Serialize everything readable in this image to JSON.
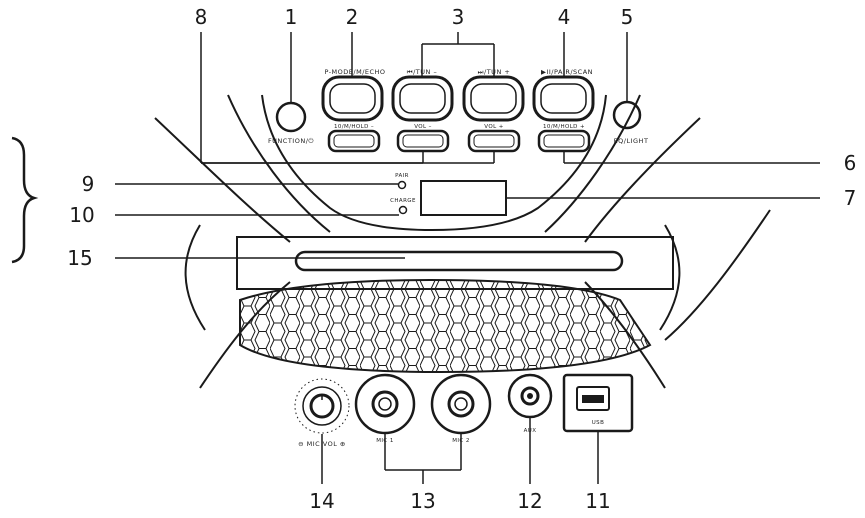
{
  "colors": {
    "line": "#1a1a1a",
    "background": "#ffffff"
  },
  "callouts": {
    "n1": "1",
    "n2": "2",
    "n3": "3",
    "n4": "4",
    "n5": "5",
    "n6": "6",
    "n7": "7",
    "n8": "8",
    "n9": "9",
    "n10": "10",
    "n11": "11",
    "n12": "12",
    "n13": "13",
    "n14": "14",
    "n15": "15"
  },
  "labels": {
    "pmode": "P-MODE/M/ECHO",
    "prev": "⏮/TUN –",
    "next": "⏭/TUN +",
    "play": "▶II/PAIR/SCAN",
    "function": "FUNCTION/⏻",
    "eq": "EQ/LIGHT",
    "hold_minus": "10/M/HOLD –",
    "vol_minus": "VOL –",
    "vol_plus": "VOL +",
    "hold_plus": "10/M/HOLD +",
    "pair": "PAIR",
    "charge": "CHARGE",
    "micvol": "⊖ MIC VOL ⊕",
    "mic1": "MIC 1",
    "mic2": "MIC 2",
    "aux": "AUX",
    "usb": "USB"
  }
}
